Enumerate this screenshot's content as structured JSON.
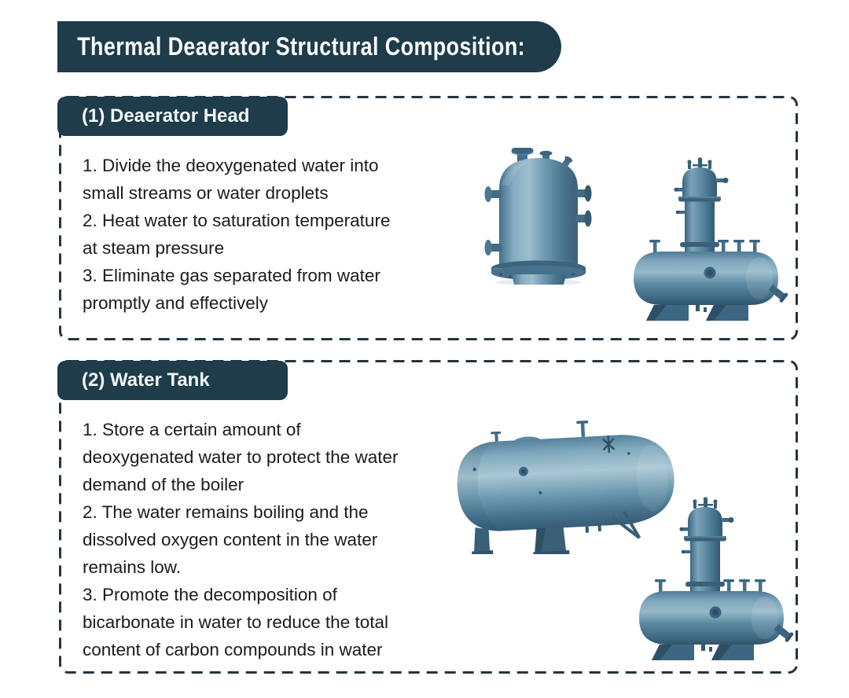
{
  "page": {
    "title": "Thermal Deaerator Structural Composition:",
    "colors": {
      "accent": "#1e3c4a",
      "dash": "#243441",
      "text": "#1b1b1b",
      "background": "#ffffff",
      "tank_base": "#4b7b99",
      "tank_highlight": "#a9c6d6",
      "tank_shadow": "#32596f"
    }
  },
  "sections": [
    {
      "label": "(1) Deaerator Head",
      "lines": [
        "1. Divide the deoxygenated water into",
        "small streams or water droplets",
        "2. Heat water to saturation temperature",
        "at steam pressure",
        "3. Eliminate gas separated from water",
        "promptly and effectively"
      ],
      "images": [
        "vertical-deaerator-head-tank-photo",
        "deaerator-head-on-water-tank-photo"
      ]
    },
    {
      "label": "(2) Water Tank",
      "lines": [
        "1. Store a certain amount of",
        "deoxygenated water to protect the water",
        "demand of the boiler",
        "2. The water remains boiling and the",
        "dissolved oxygen content in the water",
        "remains low.",
        "3. Promote the decomposition of",
        "bicarbonate in water to reduce the total",
        "content of carbon compounds in water"
      ],
      "images": [
        "horizontal-water-tank-photo",
        "deaerator-head-on-water-tank-photo"
      ]
    }
  ]
}
